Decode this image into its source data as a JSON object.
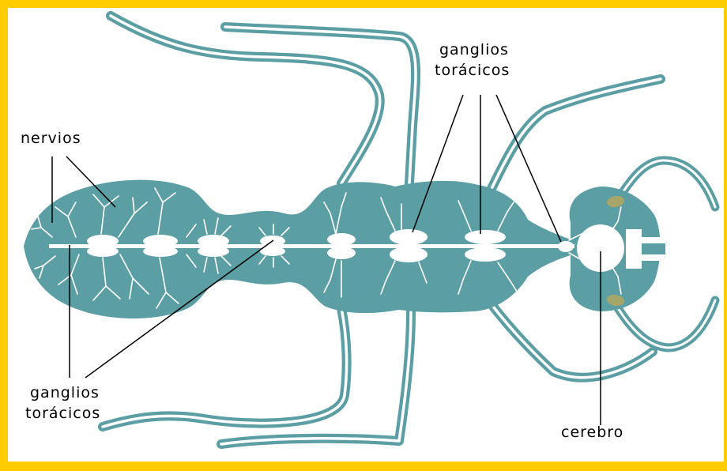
{
  "diagram": {
    "labels": {
      "nervios": "nervios",
      "ganglios_left_1": "ganglios",
      "ganglios_left_2": "torácicos",
      "ganglios_right_1": "ganglios",
      "ganglios_right_2": "torácicos",
      "cerebro": "cerebro"
    },
    "colors": {
      "frame": "#ffcc00",
      "body": "#5b9ea3",
      "nerve": "#ffffff",
      "eye": "#a7a66a",
      "leader": "#000000"
    }
  }
}
